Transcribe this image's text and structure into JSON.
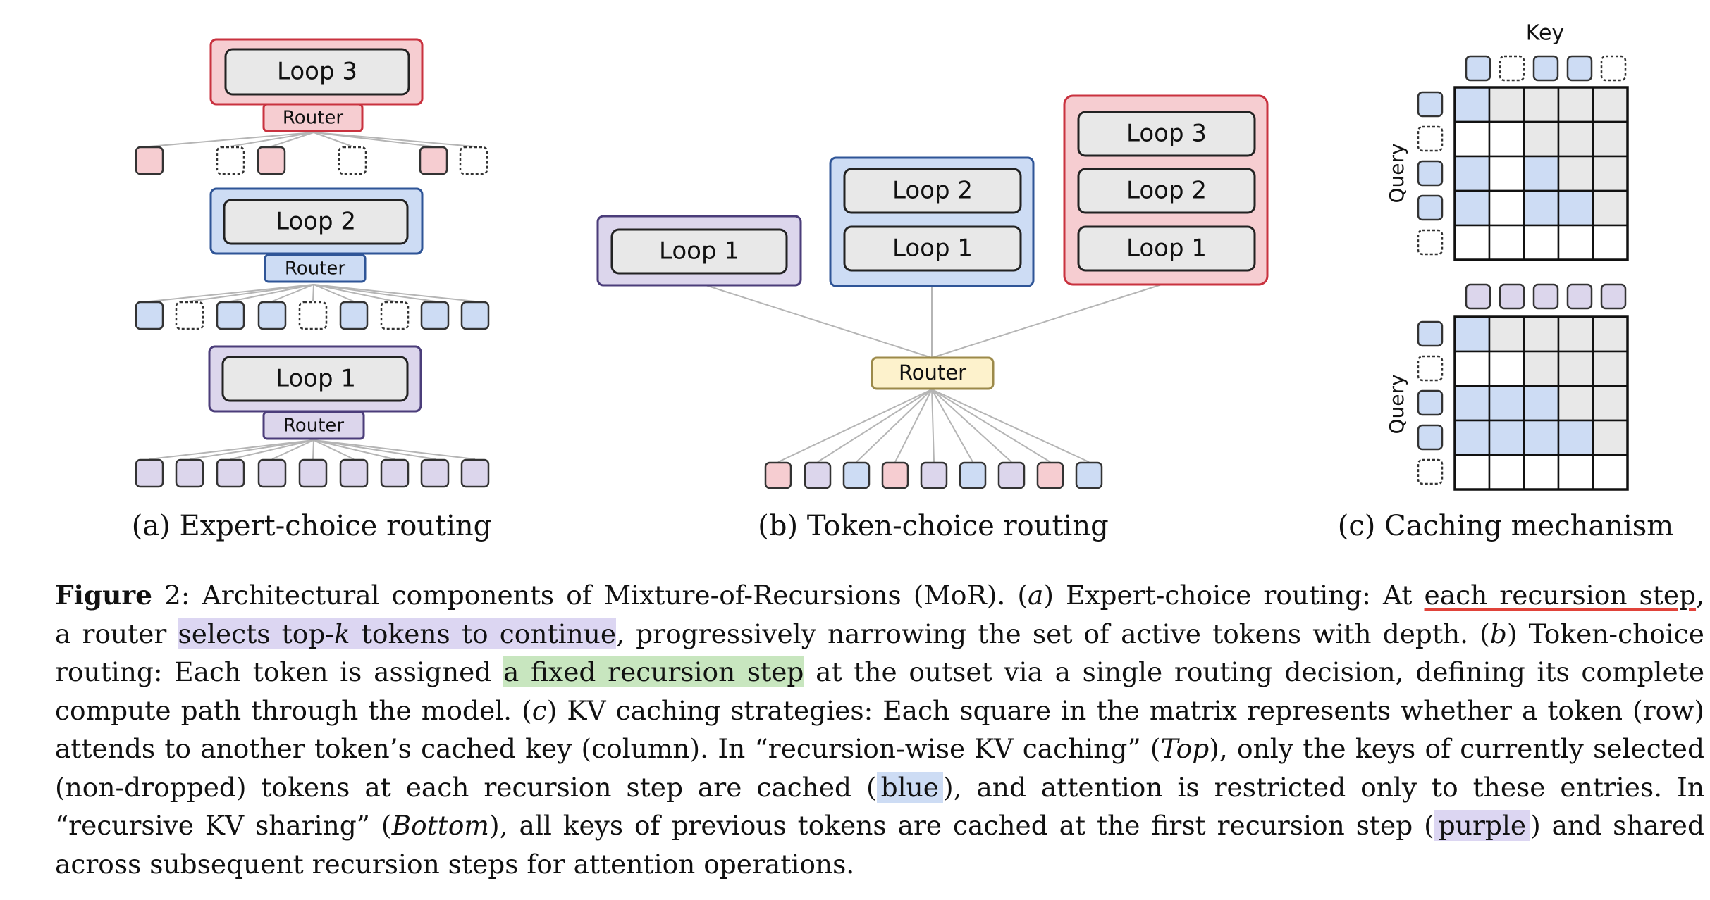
{
  "panel_a": {
    "loops": [
      "Loop 3",
      "Loop 2",
      "Loop 1"
    ],
    "router_label": "Router",
    "caption": "(a) Expert-choice routing"
  },
  "panel_b": {
    "group1": [
      "Loop 1"
    ],
    "group2": [
      "Loop 2",
      "Loop 1"
    ],
    "group3": [
      "Loop 3",
      "Loop 2",
      "Loop 1"
    ],
    "router_label": "Router",
    "caption": "(b) Token-choice routing"
  },
  "panel_c": {
    "key_label": "Key",
    "query_label": "Query",
    "caption": "(c) Caching mechanism",
    "top_matrix": [
      [
        "b",
        "g",
        "g",
        "g",
        "g"
      ],
      [
        "w",
        "w",
        "g",
        "g",
        "g"
      ],
      [
        "b",
        "w",
        "b",
        "g",
        "g"
      ],
      [
        "b",
        "w",
        "b",
        "b",
        "g"
      ],
      [
        "w",
        "w",
        "w",
        "w",
        "w"
      ]
    ],
    "bottom_matrix": [
      [
        "b",
        "g",
        "g",
        "g",
        "g"
      ],
      [
        "w",
        "w",
        "g",
        "g",
        "g"
      ],
      [
        "b",
        "b",
        "b",
        "g",
        "g"
      ],
      [
        "b",
        "b",
        "b",
        "b",
        "g"
      ],
      [
        "w",
        "w",
        "w",
        "w",
        "w"
      ]
    ]
  },
  "colors": {
    "pink_fill": "#f6cdd1",
    "pink_stroke": "#c9323f",
    "blue_fill": "#cddcf4",
    "blue_stroke": "#2f5597",
    "purple_fill": "#dcd6ec",
    "purple_stroke": "#4b3d7a",
    "yellow_fill": "#fdf2cc",
    "yellow_stroke": "#9c8a4a",
    "gray_fill": "#e8e8e8",
    "dark_stroke": "#222222"
  },
  "caption": {
    "figure_label": "Figure",
    "figure_number": " 2: ",
    "l1_a": "Architectural components of Mixture-of-Recursions (MoR). (",
    "l1_a_it": "a",
    "l1_b": ") Expert-choice routing: At ",
    "l1_ul": "each recursion step",
    "l1_c": ",",
    "l2_a": "a router ",
    "l2_hl_a": "selects top-",
    "l2_hl_k": "k",
    "l2_hl_b": " tokens to continue",
    "l2_b": ", progressively narrowing the set of active tokens with depth. (",
    "l2_it": "b",
    "l2_c": ") Token-choice",
    "l3_a": "routing: Each token is assigned ",
    "l3_hl": "a fixed recursion step",
    "l3_b": " at the outset via a single routing decision, defining its complete",
    "l4_a": "compute path through the model. (",
    "l4_it": "c",
    "l4_b": ") KV caching strategies: Each square in the matrix represents whether a token (row)",
    "l5_a": "attends to another token’s cached key (column). In “recursion-wise KV caching” (",
    "l5_it": "Top",
    "l5_b": "), only the keys of currently selected",
    "l6_a": "(non-dropped) tokens at each recursion step are cached (",
    "l6_hl": "blue",
    "l6_b": "), and attention is restricted only to these entries. In",
    "l7_a": "“recursive KV sharing” (",
    "l7_it": "Bottom",
    "l7_b": "), all keys of previous tokens are cached at the first recursion step (",
    "l7_hl": "purple",
    "l7_c": ") and shared",
    "l8_a": "across subsequent recursion steps for attention operations."
  }
}
